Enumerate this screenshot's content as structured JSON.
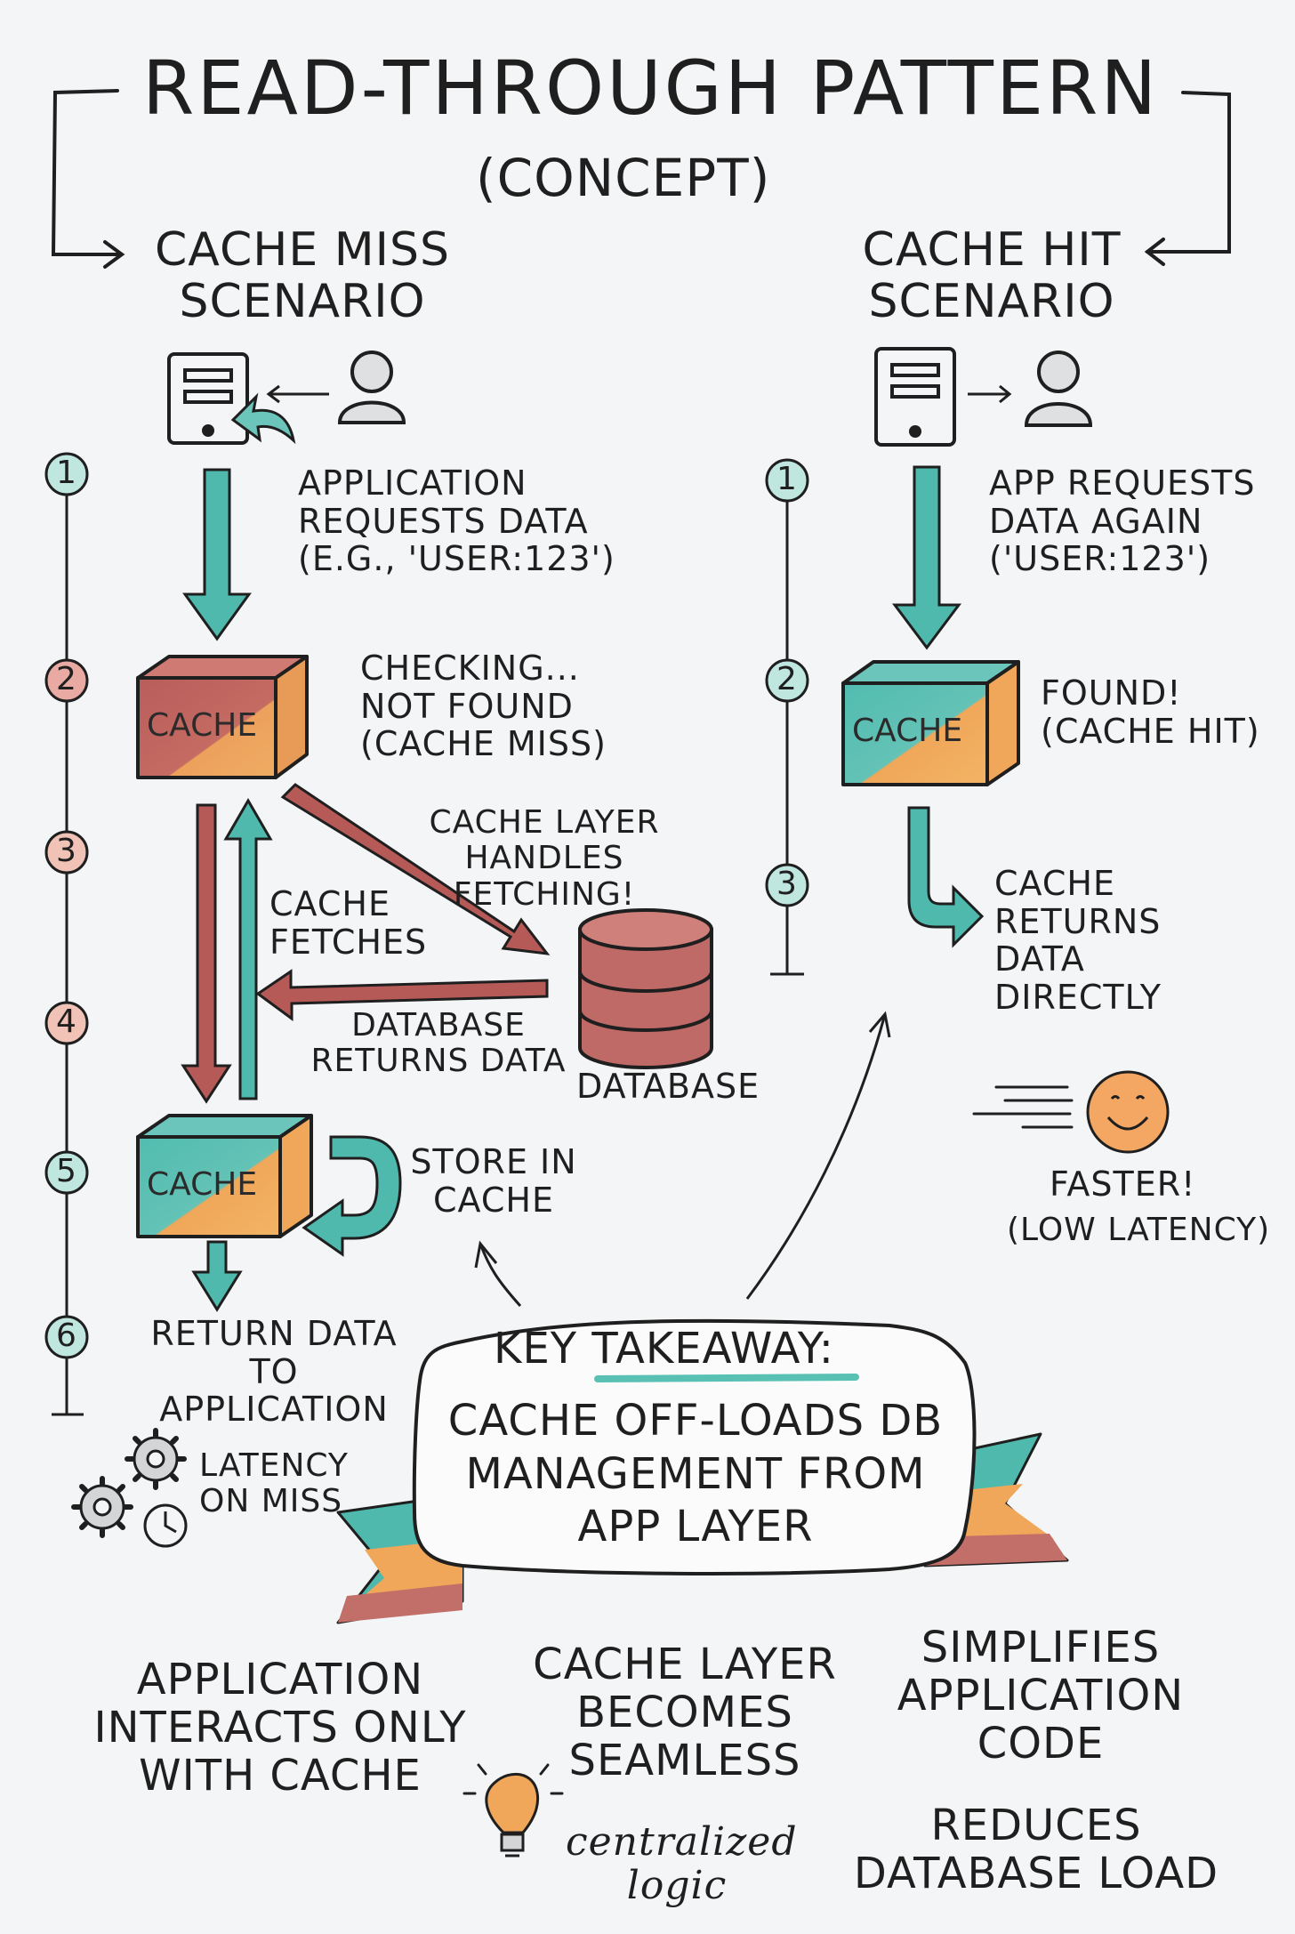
{
  "title": "READ-THROUGH PATTERN",
  "subtitle": "(CONCEPT)",
  "miss": {
    "heading": "CACHE MISS\nSCENARIO",
    "steps": [
      "1",
      "2",
      "3",
      "4",
      "5",
      "6"
    ],
    "step1": "APPLICATION\nREQUESTS DATA\n(E.G., 'USER:123')",
    "step2": "CHECKING...\nNOT FOUND\n(CACHE MISS)",
    "cache_box": "CACHE",
    "cache_layer_note": "CACHE LAYER\nHANDLES\nFETCHING!",
    "cache_fetches": "CACHE\nFETCHES",
    "db_returns": "DATABASE\nRETURNS DATA",
    "database": "DATABASE",
    "store": "STORE IN\nCACHE",
    "return": "RETURN DATA\nTO APPLICATION",
    "latency": "LATENCY\nON MISS"
  },
  "hit": {
    "heading": "CACHE HIT\nSCENARIO",
    "steps": [
      "1",
      "2",
      "3"
    ],
    "step1": "APP REQUESTS\nDATA AGAIN\n('USER:123')",
    "found": "FOUND!\n(CACHE HIT)",
    "cache_box": "CACHE",
    "returns": "CACHE\nRETURNS\nDATA\nDIRECTLY",
    "faster": "FASTER!",
    "latency": "(LOW LATENCY)"
  },
  "takeaway": {
    "heading": "KEY TAKEAWAY:",
    "body": "CACHE OFF-LOADS DB\nMANAGEMENT FROM\nAPP LAYER"
  },
  "bottom": {
    "col1": "APPLICATION\nINTERACTS ONLY\nWITH CACHE",
    "col2": "CACHE LAYER\nBECOMES\nSEAMLESS",
    "col3a": "SIMPLIFIES\nAPPLICATION\nCODE",
    "col3b": "REDUCES\nDATABASE LOAD",
    "bulb_note": "centralized\nlogic"
  },
  "colors": {
    "teal": "#4fb9ad",
    "red": "#b65a58",
    "orange": "#f0a75a",
    "ink": "#1f1f1f",
    "paper": "#f4f5f6"
  }
}
